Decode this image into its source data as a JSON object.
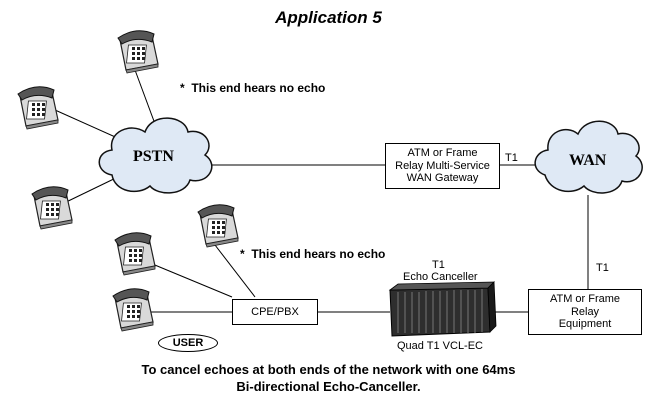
{
  "title": "Application 5",
  "notes": {
    "top_echo": "This end hears no echo",
    "bottom_echo": "This end hears no echo",
    "asterisk": "*"
  },
  "clouds": {
    "pstn": "PSTN",
    "wan": "WAN"
  },
  "boxes": {
    "gateway": [
      "ATM  or Frame",
      "Relay Multi-Service",
      "WAN Gateway"
    ],
    "relay": [
      "ATM  or Frame",
      "Relay",
      "Equipment"
    ],
    "cpe": "CPE/PBX"
  },
  "links": {
    "t1_gateway_wan": "T1",
    "t1_wan_relay": "T1",
    "t1_canceller": "T1"
  },
  "echo_canceller": {
    "label": "Echo Canceller",
    "model": "Quad T1 VCL-EC"
  },
  "user_badge": "USER",
  "caption": {
    "line1": "To cancel echoes at both ends of the network with one 64ms",
    "line2": "Bi-directional Echo-Canceller."
  },
  "icons": {
    "phone": "phone-icon",
    "cloud": "cloud-icon",
    "rack": "echo-canceller-rack-icon"
  }
}
